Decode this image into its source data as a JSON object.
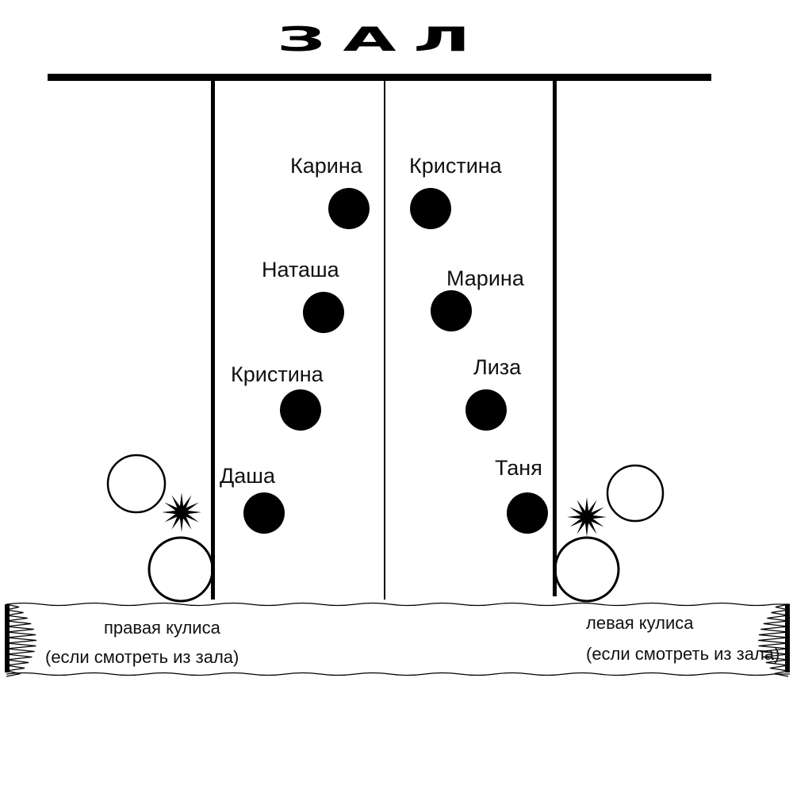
{
  "hall": {
    "title": "ЗАЛ"
  },
  "dancers": [
    {
      "id": "karina",
      "name": "Карина"
    },
    {
      "id": "kristina-right",
      "name": "Кристина"
    },
    {
      "id": "natasha",
      "name": "Наташа"
    },
    {
      "id": "marina",
      "name": "Марина"
    },
    {
      "id": "kristina-left",
      "name": "Кристина"
    },
    {
      "id": "liza",
      "name": "Лиза"
    },
    {
      "id": "dasha",
      "name": "Даша"
    },
    {
      "id": "tanya",
      "name": "Таня"
    }
  ],
  "wings": {
    "right": {
      "line1": "правая кулиса",
      "line2": "(если смотреть из зала)"
    },
    "left": {
      "line1": "левая кулиса",
      "line2": "(если смотреть из зала)"
    }
  },
  "colors": {
    "ink": "#000000",
    "background": "#ffffff"
  }
}
